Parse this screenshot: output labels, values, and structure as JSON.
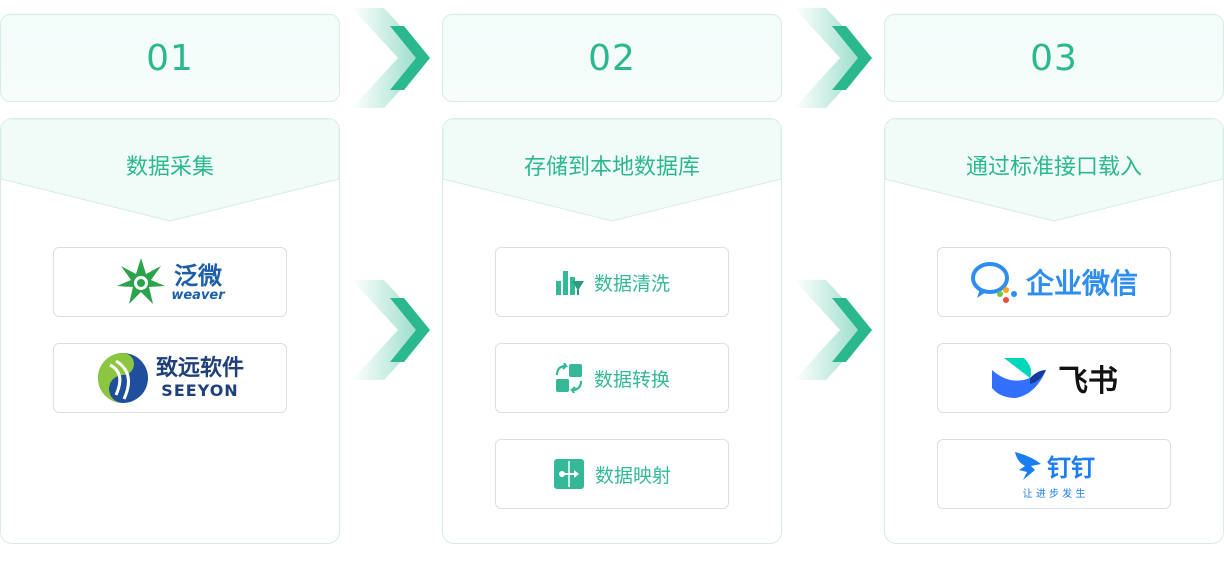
{
  "steps": [
    {
      "number": "01",
      "title": "数据采集",
      "items": [
        "泛微",
        "weaver",
        "致远软件",
        "SEEYON"
      ]
    },
    {
      "number": "02",
      "title": "存储到本地数据库",
      "items": [
        "数据清洗",
        "数据转换",
        "数据映射"
      ]
    },
    {
      "number": "03",
      "title": "通过标准接口载入",
      "items": [
        "企业微信",
        "飞书",
        "钉钉",
        "让 进 步 发 生"
      ]
    }
  ],
  "colors": {
    "accent": "#2cb88f",
    "border": "#d7ece5"
  }
}
